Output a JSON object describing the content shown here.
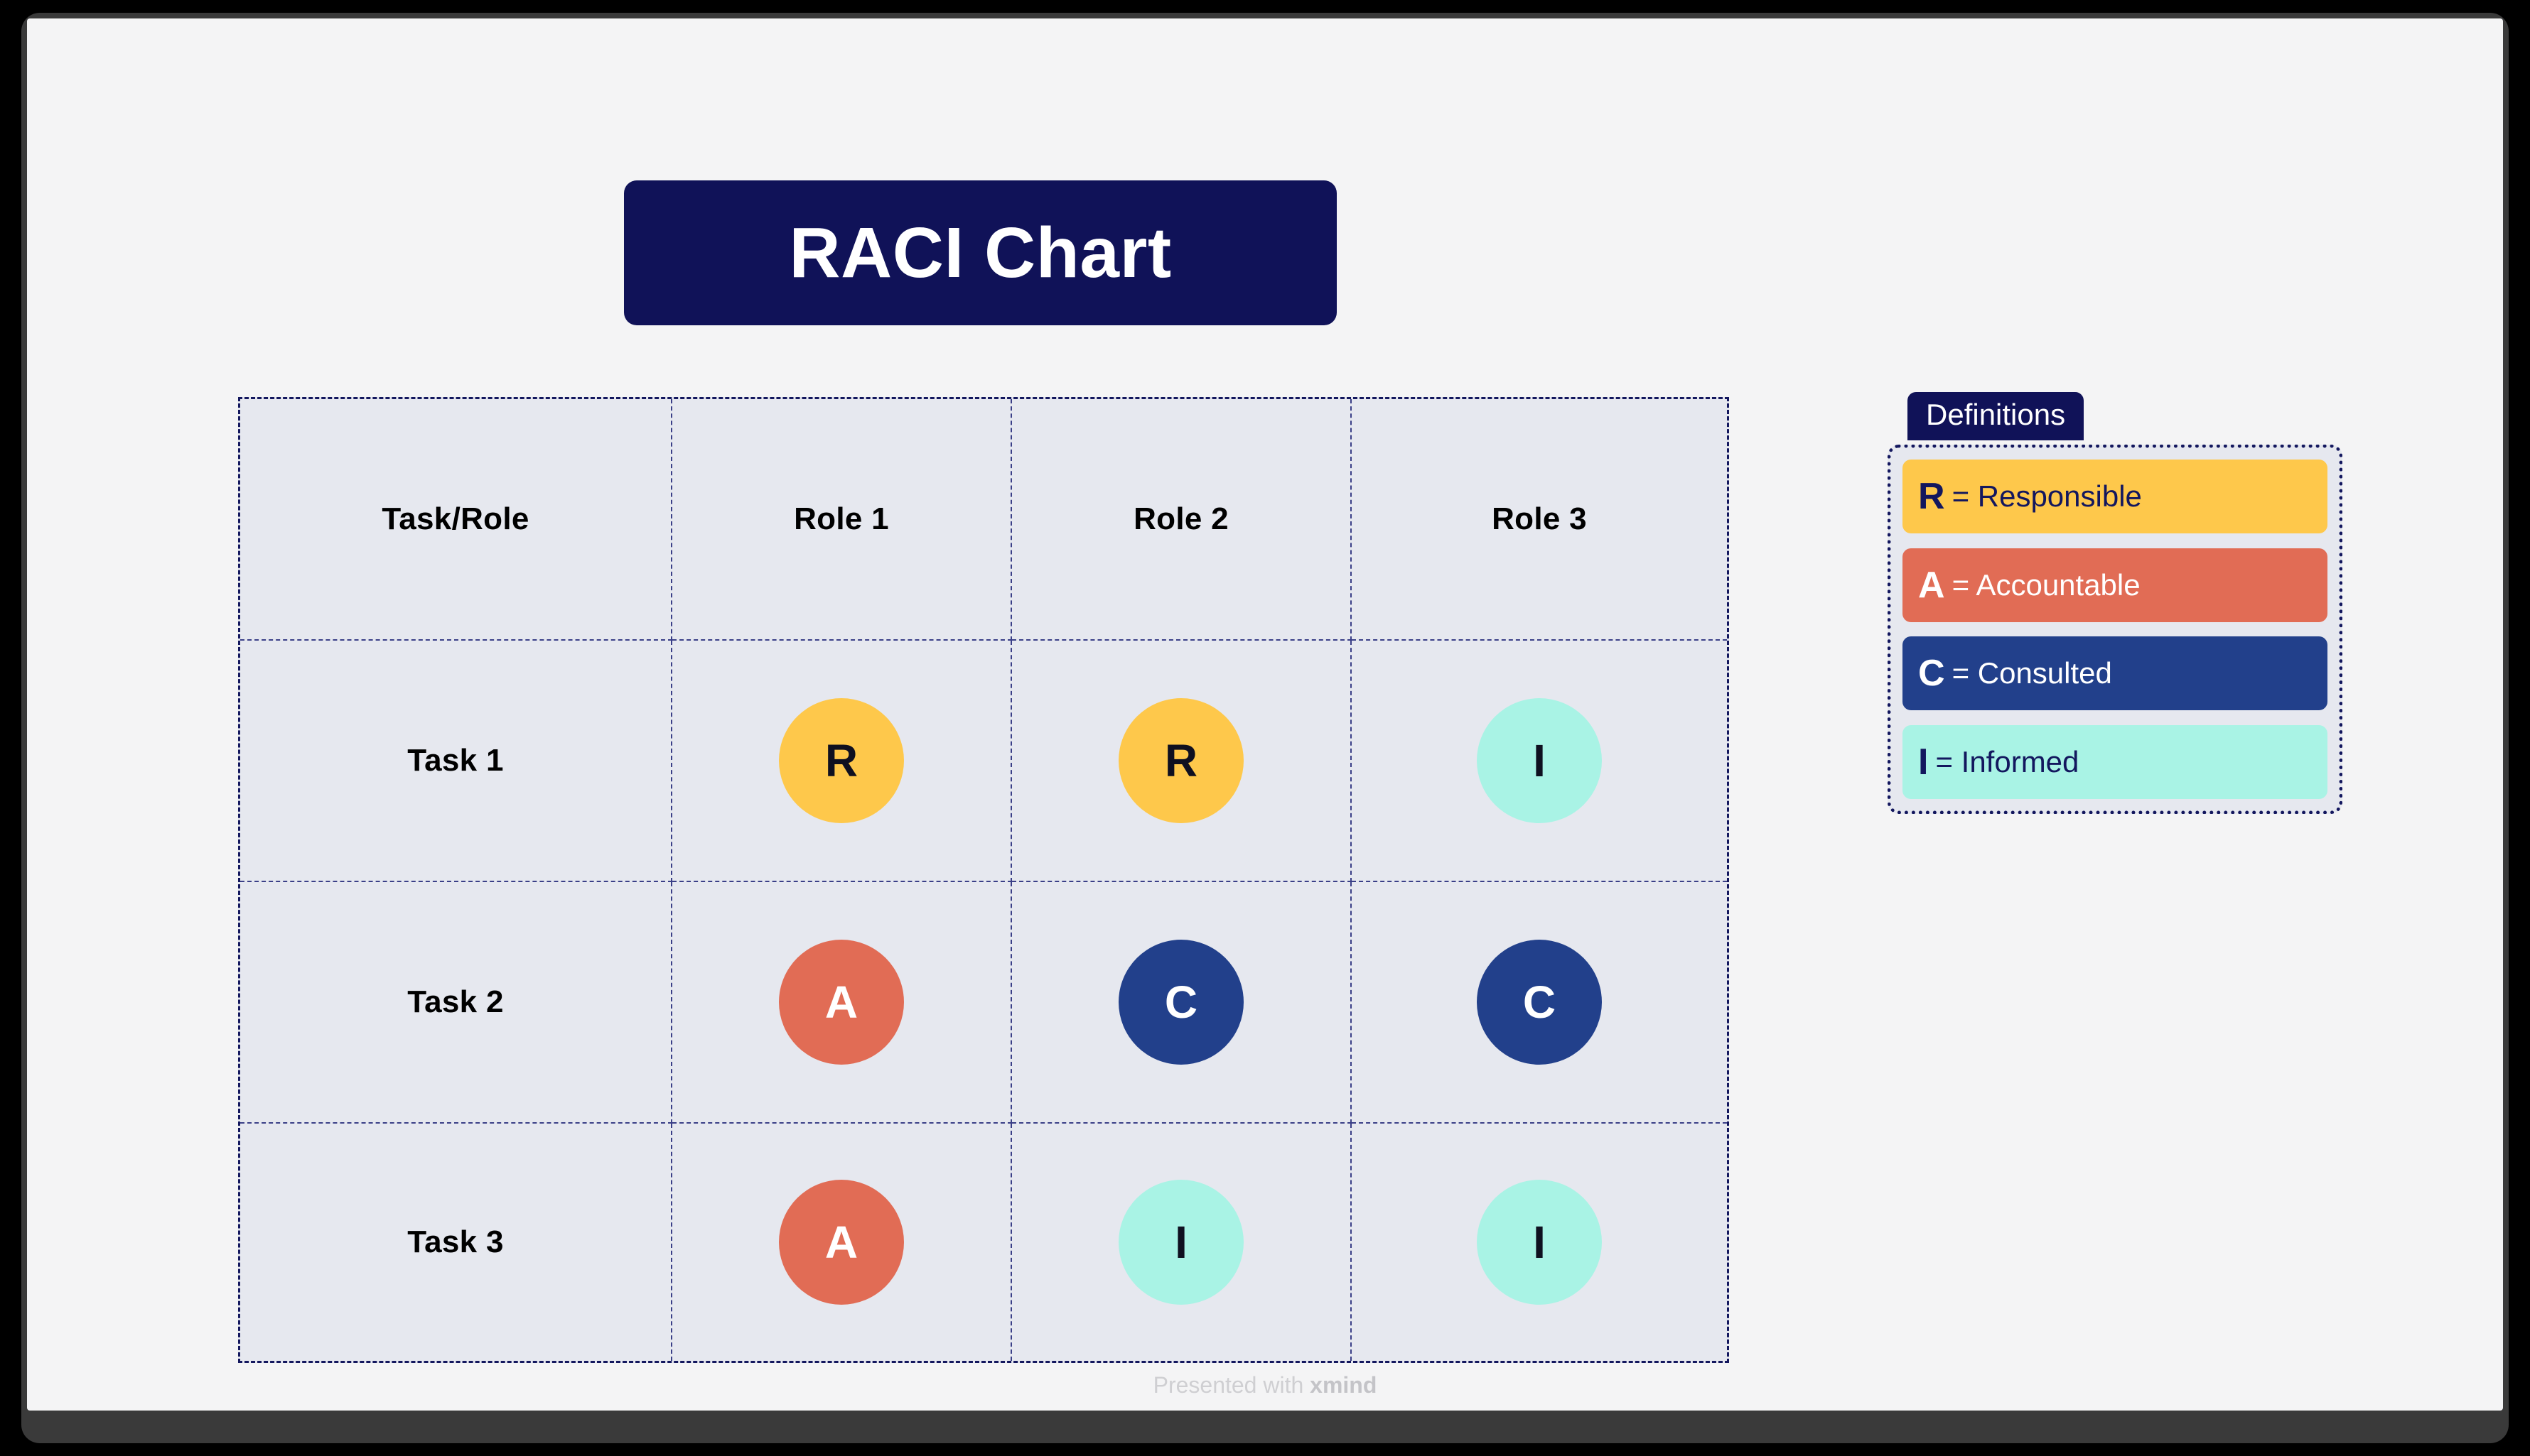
{
  "title": {
    "text": "RACI Chart"
  },
  "colors": {
    "navy_dark": "#101258",
    "navy_blue": "#22408B",
    "yellow": "#FEC84B",
    "coral": "#E16C55",
    "mint": "#A9F3E5",
    "table_fill": "#E6E8EF",
    "canvas": "#F4F4F5",
    "border_dash": "#13175E"
  },
  "table": {
    "columns": [
      "Task/Role",
      "Role 1",
      "Role 2",
      "Role 3"
    ],
    "rows": [
      {
        "task": "Task 1",
        "cells": [
          {
            "letter": "R",
            "bg": "#FEC84B",
            "fg": "#0F1020"
          },
          {
            "letter": "R",
            "bg": "#FEC84B",
            "fg": "#0F1020"
          },
          {
            "letter": "I",
            "bg": "#A9F3E5",
            "fg": "#0F1020"
          }
        ]
      },
      {
        "task": "Task 2",
        "cells": [
          {
            "letter": "A",
            "bg": "#E16C55",
            "fg": "#FFFFFF"
          },
          {
            "letter": "C",
            "bg": "#22408B",
            "fg": "#FFFFFF"
          },
          {
            "letter": "C",
            "bg": "#22408B",
            "fg": "#FFFFFF"
          }
        ]
      },
      {
        "task": "Task 3",
        "cells": [
          {
            "letter": "A",
            "bg": "#E16C55",
            "fg": "#FFFFFF"
          },
          {
            "letter": "I",
            "bg": "#A9F3E5",
            "fg": "#0F1020"
          },
          {
            "letter": "I",
            "bg": "#A9F3E5",
            "fg": "#0F1020"
          }
        ]
      }
    ]
  },
  "legend": {
    "tab_label": "Definitions",
    "items": [
      {
        "key": "R",
        "text": "= Responsible",
        "bg": "#FEC84B",
        "fg": "#13175E"
      },
      {
        "key": "A",
        "text": "= Accountable",
        "bg": "#E16C55",
        "fg": "#FFFFFF"
      },
      {
        "key": "C",
        "text": "= Consulted",
        "bg": "#22408B",
        "fg": "#FFFFFF"
      },
      {
        "key": "I",
        "text": "= Informed",
        "bg": "#A9F3E5",
        "fg": "#13175E"
      }
    ]
  },
  "footer": {
    "prefix": "Presented with ",
    "brand": "xmind"
  }
}
